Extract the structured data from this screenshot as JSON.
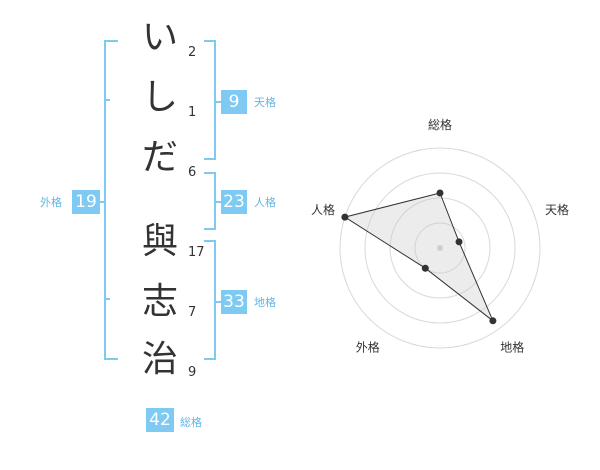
{
  "name": {
    "chars": [
      {
        "char": "い",
        "strokes": "2"
      },
      {
        "char": "し",
        "strokes": "1"
      },
      {
        "char": "だ",
        "strokes": "6"
      },
      {
        "char": "與",
        "strokes": "17"
      },
      {
        "char": "志",
        "strokes": "7"
      },
      {
        "char": "治",
        "strokes": "9"
      }
    ]
  },
  "kaku": {
    "tenkaku": {
      "value": "9",
      "label": "天格"
    },
    "jinkaku": {
      "value": "23",
      "label": "人格"
    },
    "chikaku": {
      "value": "33",
      "label": "地格"
    },
    "gaikaku": {
      "value": "19",
      "label": "外格"
    },
    "soukaku": {
      "value": "42",
      "label": "総格"
    }
  },
  "colors": {
    "accent": "#7fcaf2",
    "accent_text": "#5eb7e8",
    "text": "#333333"
  },
  "chart_data": {
    "type": "radar",
    "axes": [
      "総格",
      "天格",
      "地格",
      "外格",
      "人格"
    ],
    "values": [
      0.55,
      0.2,
      0.9,
      0.25,
      1.0
    ],
    "range": [
      0,
      1
    ],
    "grid": true
  }
}
